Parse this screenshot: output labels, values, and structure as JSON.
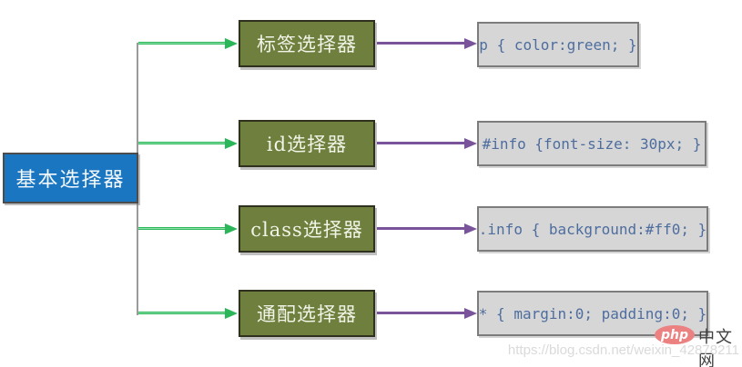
{
  "diagram": {
    "root": {
      "label": "基本选择器"
    },
    "rows": [
      {
        "label": "标签选择器",
        "code": "p { color:green; }"
      },
      {
        "label": "id选择器",
        "code": "#info {font-size: 30px; }"
      },
      {
        "label": "class选择器",
        "code": ".info { background:#ff0; }"
      },
      {
        "label": "通配选择器",
        "code": "* { margin:0; padding:0; }"
      }
    ],
    "colors": {
      "root_box": "#1b76c2",
      "node_box": "#6e7f3e",
      "code_box": "#d6d6d6",
      "code_text": "#4e6d9f",
      "arrow_left": "#2cb65a",
      "arrow_right": "#7a549b",
      "trunk_line": "#9b9b9b"
    }
  },
  "watermark": {
    "logo_text": "php",
    "site_text": "中文网",
    "url": "https://blog.csdn.net/weixin_42878211"
  }
}
